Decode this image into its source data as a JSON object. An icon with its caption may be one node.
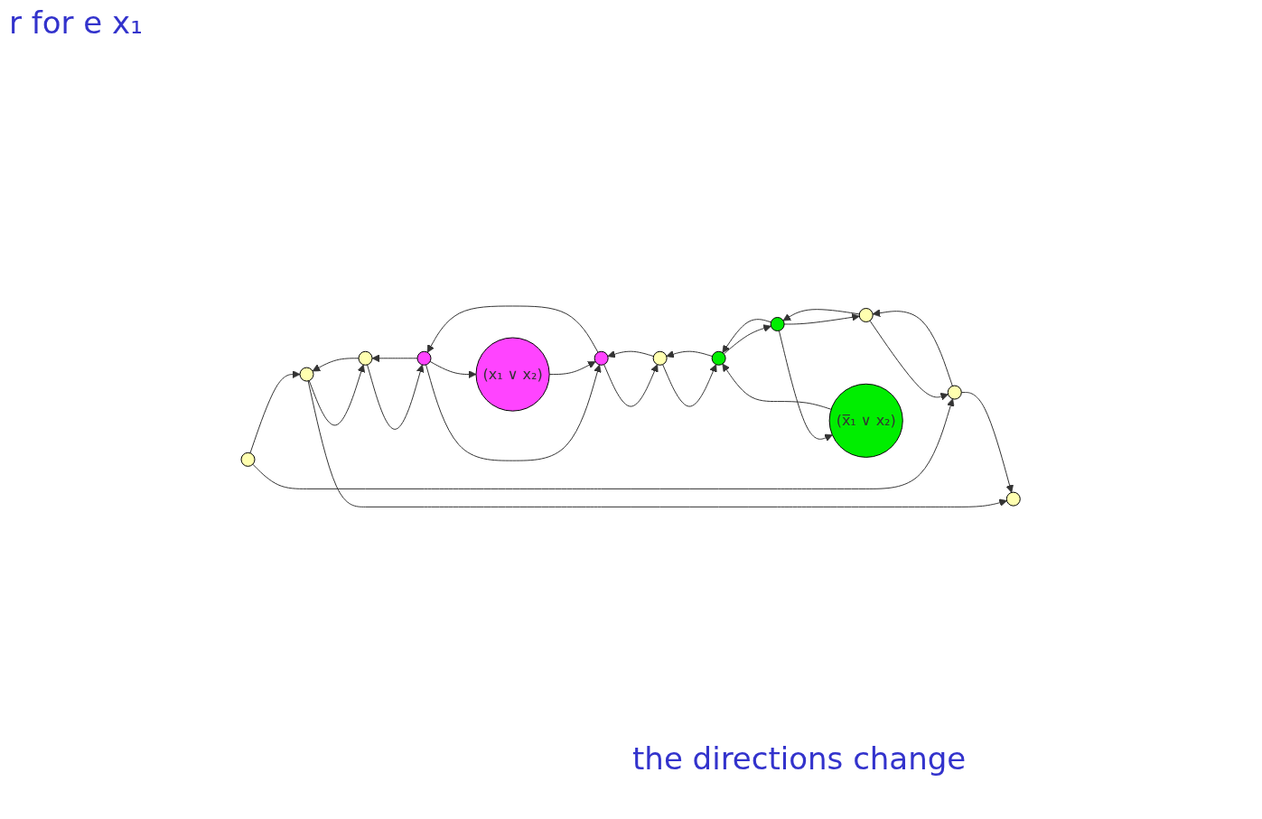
{
  "diagram": {
    "nodes": [
      {
        "text": [],
        "shape": "circle"
      },
      {
        "text": [],
        "shape": "circle"
      },
      {
        "text": [],
        "shape": "circle"
      },
      {
        "text": [],
        "shape": "circle"
      },
      {
        "text": [],
        "shape": "circle"
      },
      {
        "text": [],
        "shape": "circle"
      },
      {
        "text": [],
        "shape": "circle"
      },
      {
        "text": [],
        "shape": "circle"
      },
      {
        "text": [],
        "shape": "circle"
      },
      {
        "text": [],
        "shape": "circle"
      },
      {
        "text": [],
        "shape": "circle"
      },
      {
        "text": [
          "(x₁ ∨ x₂)"
        ]
      },
      {
        "text": [
          "(x̅₁ ∨ x₂)"
        ]
      }
    ],
    "edges": [
      {
        "from": 0,
        "to": 1,
        "arrow": "to"
      },
      {
        "from": 0,
        "to": 9,
        "arrow": "to"
      },
      {
        "from": 1,
        "to": 2,
        "arrow": "to"
      },
      {
        "from": 2,
        "to": 3,
        "arrow": "to"
      },
      {
        "from": 3,
        "to": 4,
        "arrow": "to"
      },
      {
        "from": 4,
        "to": 5,
        "arrow": "to"
      },
      {
        "from": 5,
        "to": 6,
        "arrow": "to"
      },
      {
        "from": 6,
        "to": 7,
        "arrow": "to"
      },
      {
        "from": 7,
        "to": 8,
        "arrow": "to"
      },
      {
        "from": 8,
        "to": 9,
        "arrow": "to"
      },
      {
        "from": 2,
        "to": 1,
        "arrow": "to"
      },
      {
        "from": 3,
        "to": 2,
        "arrow": "to"
      },
      {
        "from": 4,
        "to": 3,
        "arrow": "to"
      },
      {
        "from": 5,
        "to": 4,
        "arrow": "to"
      },
      {
        "from": 6,
        "to": 5,
        "arrow": "to"
      },
      {
        "from": 7,
        "to": 6,
        "arrow": "to"
      },
      {
        "from": 8,
        "to": 7,
        "arrow": "to"
      },
      {
        "from": 9,
        "to": 8,
        "arrow": "to"
      },
      {
        "from": 3,
        "to": 11,
        "arrow": "to"
      },
      {
        "from": 11,
        "to": 4,
        "arrow": "to"
      },
      {
        "from": 7,
        "to": 12,
        "arrow": "to"
      },
      {
        "from": 12,
        "to": 6,
        "arrow": "to"
      },
      {
        "from": 1,
        "to": 10,
        "arrow": "to"
      },
      {
        "from": 9,
        "to": 10,
        "arrow": "to"
      }
    ],
    "labels": [
      "r for e x₁",
      "the directions change"
    ]
  }
}
